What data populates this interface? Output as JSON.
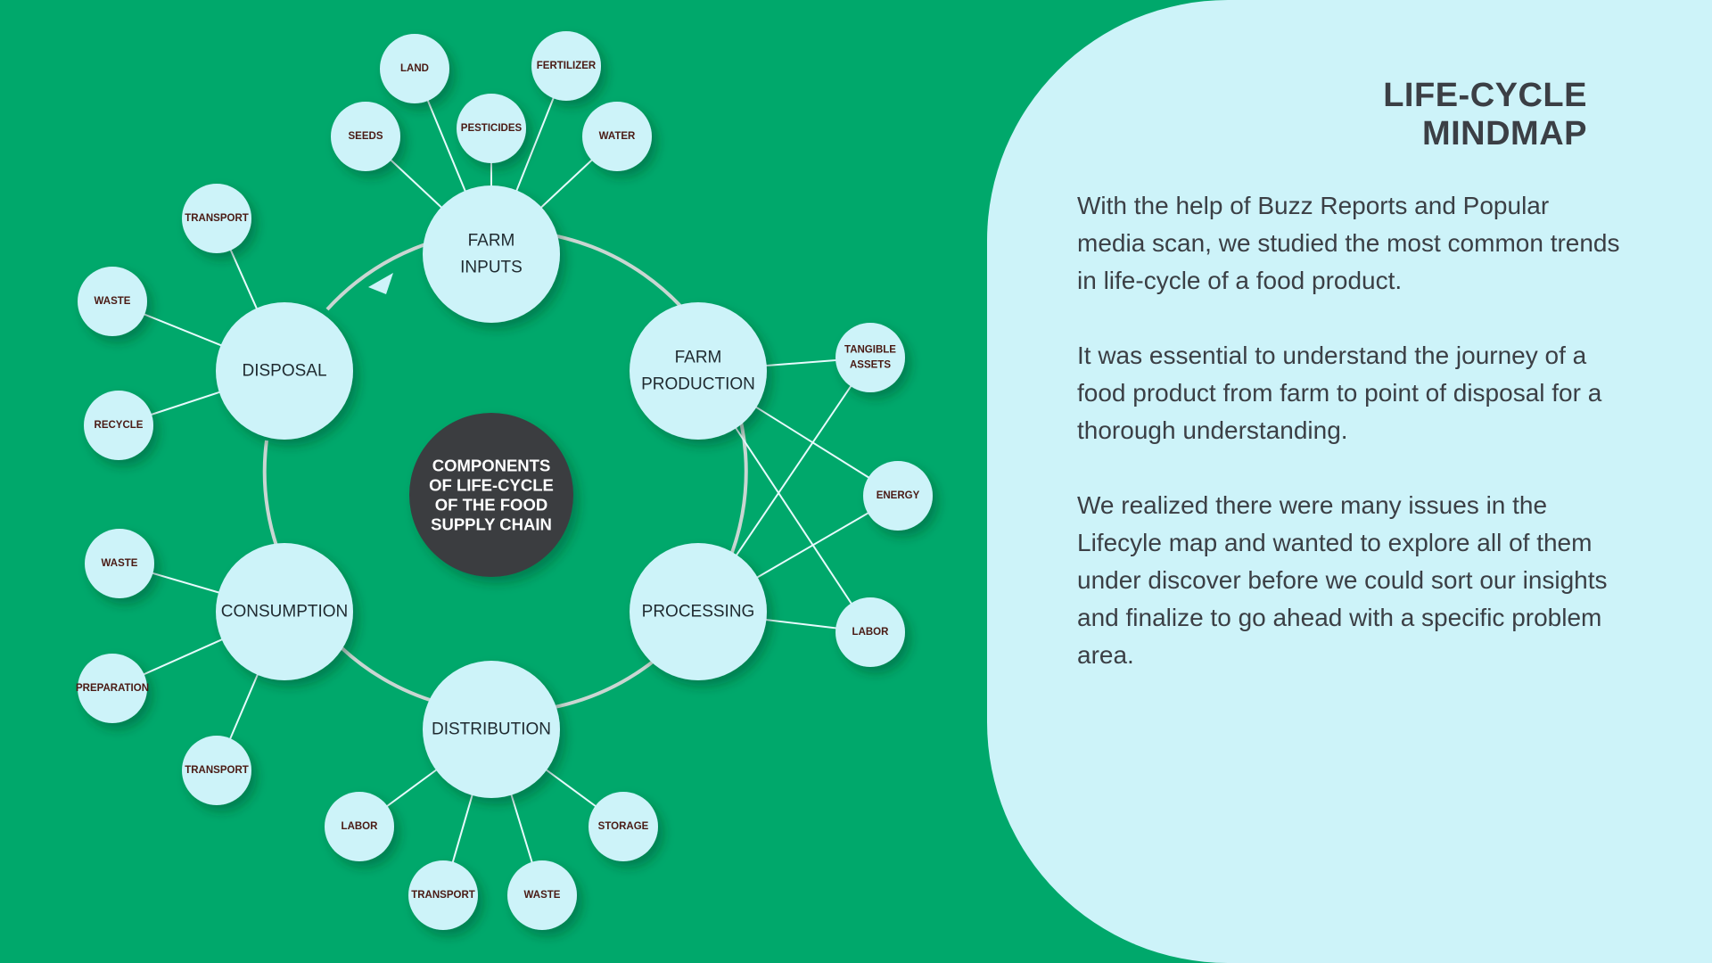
{
  "diagram": {
    "center": {
      "lines": [
        "COMPONENTS",
        "OF LIFE-CYCLE",
        "OF THE FOOD",
        "SUPPLY CHAIN"
      ]
    },
    "stages": [
      {
        "id": "farm-inputs",
        "lines": [
          "FARM",
          "INPUTS"
        ]
      },
      {
        "id": "farm-production",
        "lines": [
          "FARM",
          "PRODUCTION"
        ]
      },
      {
        "id": "processing",
        "lines": [
          "PROCESSING"
        ]
      },
      {
        "id": "distribution",
        "lines": [
          "DISTRIBUTION"
        ]
      },
      {
        "id": "consumption",
        "lines": [
          "CONSUMPTION"
        ]
      },
      {
        "id": "disposal",
        "lines": [
          "DISPOSAL"
        ]
      }
    ],
    "leaves": [
      {
        "id": "land",
        "lines": [
          "LAND"
        ]
      },
      {
        "id": "fertilizer",
        "lines": [
          "FERTILIZER"
        ]
      },
      {
        "id": "seeds",
        "lines": [
          "SEEDS"
        ]
      },
      {
        "id": "pesticides",
        "lines": [
          "PESTICIDES"
        ]
      },
      {
        "id": "water",
        "lines": [
          "WATER"
        ]
      },
      {
        "id": "tangible-assets",
        "lines": [
          "TANGIBLE",
          "ASSETS"
        ]
      },
      {
        "id": "energy",
        "lines": [
          "ENERGY"
        ]
      },
      {
        "id": "labor-processing",
        "lines": [
          "LABOR"
        ]
      },
      {
        "id": "storage",
        "lines": [
          "STORAGE"
        ]
      },
      {
        "id": "waste-distribution",
        "lines": [
          "WASTE"
        ]
      },
      {
        "id": "transport-distribution",
        "lines": [
          "TRANSPORT"
        ]
      },
      {
        "id": "labor-distribution",
        "lines": [
          "LABOR"
        ]
      },
      {
        "id": "transport-consumption",
        "lines": [
          "TRANSPORT"
        ]
      },
      {
        "id": "preparation",
        "lines": [
          "PREPARATION"
        ]
      },
      {
        "id": "waste-consumption",
        "lines": [
          "WASTE"
        ]
      },
      {
        "id": "recycle",
        "lines": [
          "RECYCLE"
        ]
      },
      {
        "id": "waste-disposal",
        "lines": [
          "WASTE"
        ]
      },
      {
        "id": "transport-disposal",
        "lines": [
          "TRANSPORT"
        ]
      }
    ],
    "edges": [
      [
        "farm-inputs",
        "land"
      ],
      [
        "farm-inputs",
        "fertilizer"
      ],
      [
        "farm-inputs",
        "seeds"
      ],
      [
        "farm-inputs",
        "pesticides"
      ],
      [
        "farm-inputs",
        "water"
      ],
      [
        "farm-production",
        "tangible-assets"
      ],
      [
        "farm-production",
        "energy"
      ],
      [
        "farm-production",
        "labor-processing"
      ],
      [
        "processing",
        "tangible-assets"
      ],
      [
        "processing",
        "energy"
      ],
      [
        "processing",
        "labor-processing"
      ],
      [
        "distribution",
        "storage"
      ],
      [
        "distribution",
        "waste-distribution"
      ],
      [
        "distribution",
        "transport-distribution"
      ],
      [
        "distribution",
        "labor-distribution"
      ],
      [
        "consumption",
        "waste-consumption"
      ],
      [
        "consumption",
        "preparation"
      ],
      [
        "consumption",
        "transport-consumption"
      ],
      [
        "disposal",
        "transport-disposal"
      ],
      [
        "disposal",
        "waste-disposal"
      ],
      [
        "disposal",
        "recycle"
      ]
    ],
    "colors": {
      "background": "#00a86b",
      "node_fill": "#cdf3f9",
      "center_fill": "#3b3d40",
      "center_text": "#ffffff",
      "stage_text": "#1f2a30",
      "leaf_text": "#4a1a14",
      "edge": "#e6fbfd",
      "ring": "#c9d6d2"
    }
  },
  "panel": {
    "title": "LIFE-CYCLE MINDMAP",
    "paragraphs": [
      "With the help of Buzz Reports and Popular media scan, we studied the most common trends in life-cycle of a food product.",
      "It was essential to understand the journey of a food product from farm to point of disposal for a thorough understanding.",
      "We realized there were many issues in the Lifecyle map and wanted to explore all of them under discover before we could sort our insights and finalize to go ahead with a specific problem area."
    ]
  }
}
